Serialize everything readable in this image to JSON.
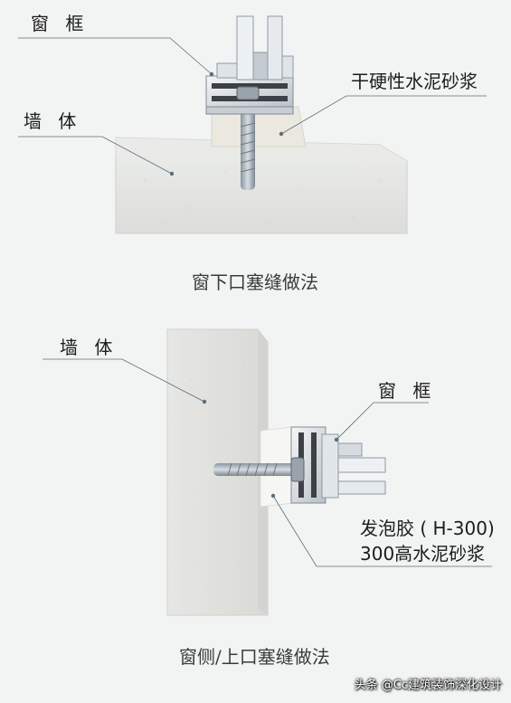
{
  "top": {
    "label_frame": "窗 框",
    "label_wall": "墙 体",
    "label_mortar": "干硬性水泥砂浆",
    "caption": "窗下口塞缝做法"
  },
  "bottom": {
    "label_wall": "墙 体",
    "label_frame": "窗 框",
    "label_fill_line1": "发泡胶 ( H-300)",
    "label_fill_line2": "300高水泥砂浆",
    "caption": "窗侧/上口塞缝做法"
  },
  "watermark": "头条 @Cc建筑装饰深化设计",
  "colors": {
    "background": "#f2f4f4",
    "concrete": "#e4e5e2",
    "concrete_shadow": "#c9cac6",
    "mortar": "#ebe8e0",
    "foam": "#f6f6f3",
    "aluminum": "#d6dbe0",
    "leader": "#5a6d78"
  }
}
